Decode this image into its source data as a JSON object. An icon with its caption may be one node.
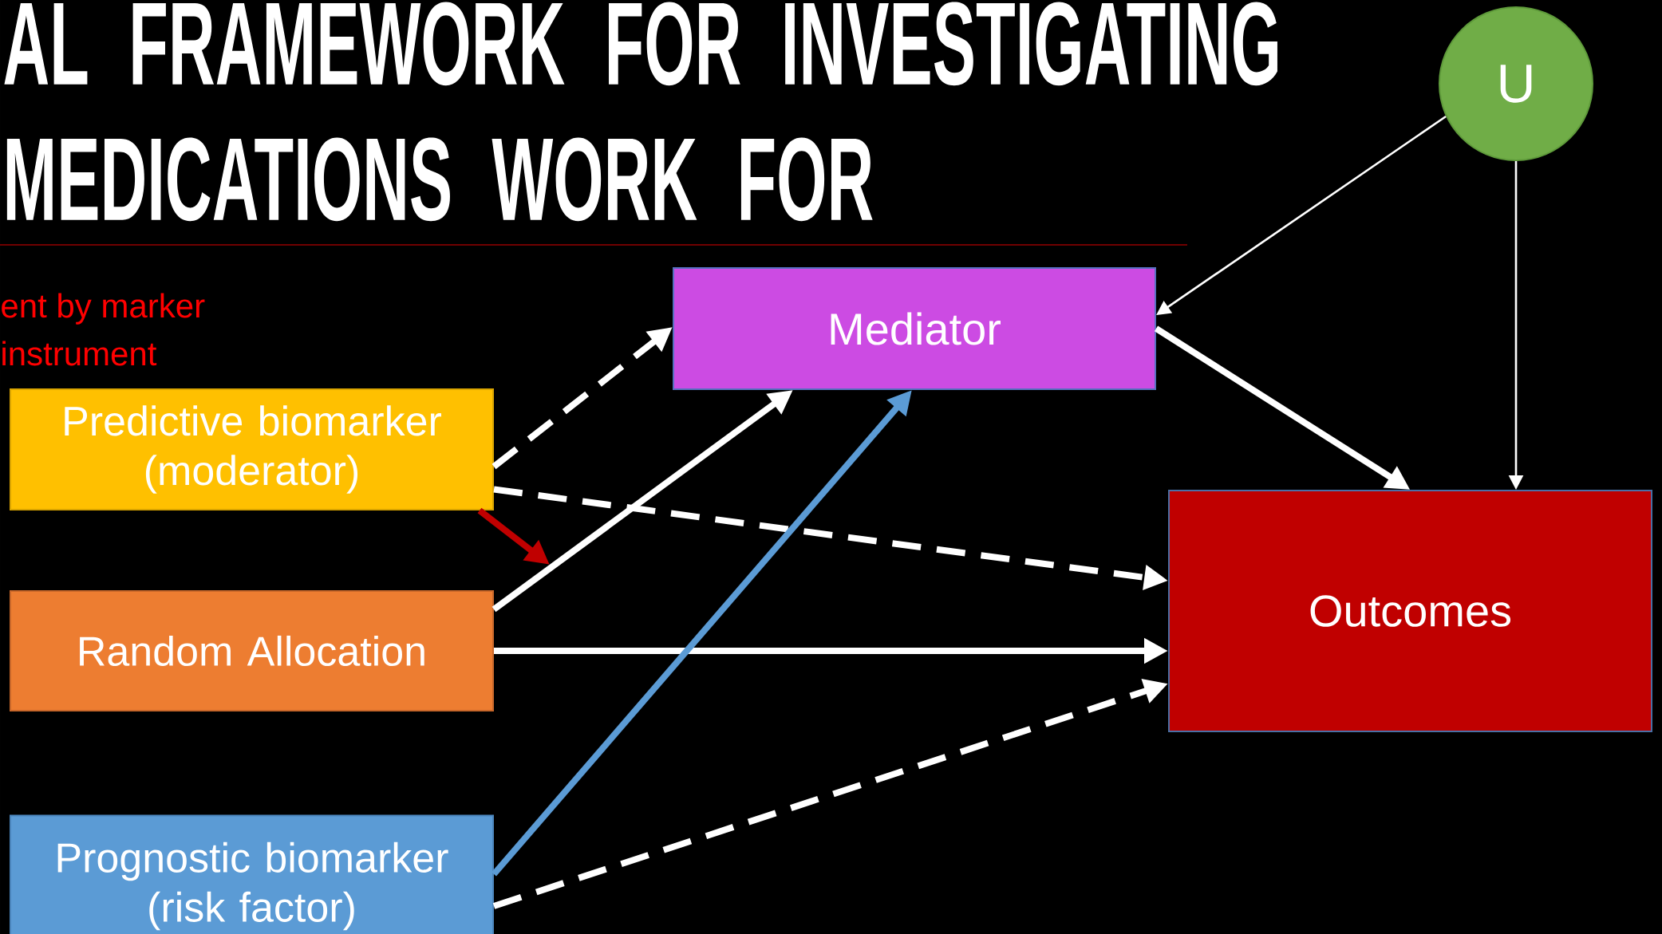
{
  "diagram": {
    "title": "AL FRAMEWORK FOR INVESTIGATING MEDICATIONS WORK FOR",
    "nodes": [
      {
        "text": [
          "Predictive biomarker (moderator)"
        ]
      },
      {
        "text": [
          "Random Allocation"
        ]
      },
      {
        "text": [
          "Prognostic biomarker (risk factor)"
        ]
      },
      {
        "text": [
          "Mediator"
        ]
      },
      {
        "text": [
          "Outcomes"
        ]
      },
      {
        "text": [
          "U"
        ]
      }
    ],
    "edges": [
      {
        "from": 0,
        "to": 3,
        "arrow": "to",
        "style": "dashed"
      },
      {
        "from": 0,
        "to": 4,
        "arrow": "to",
        "style": "dashed"
      },
      {
        "from": 1,
        "to": 3,
        "arrow": "to"
      },
      {
        "from": 1,
        "to": 4,
        "arrow": "to"
      },
      {
        "from": 2,
        "to": 3,
        "arrow": "to",
        "color": "#5b9bd5"
      },
      {
        "from": 2,
        "to": 4,
        "arrow": "to",
        "style": "dashed"
      },
      {
        "from": 3,
        "to": 4,
        "arrow": "to"
      },
      {
        "from": 5,
        "to": 3,
        "arrow": "to"
      },
      {
        "from": 5,
        "to": 4,
        "arrow": "to"
      },
      {
        "from": 0,
        "to": null,
        "arrow": "to",
        "color": "#c00000"
      }
    ],
    "labels": [
      "ent by marker",
      "instrument"
    ]
  }
}
